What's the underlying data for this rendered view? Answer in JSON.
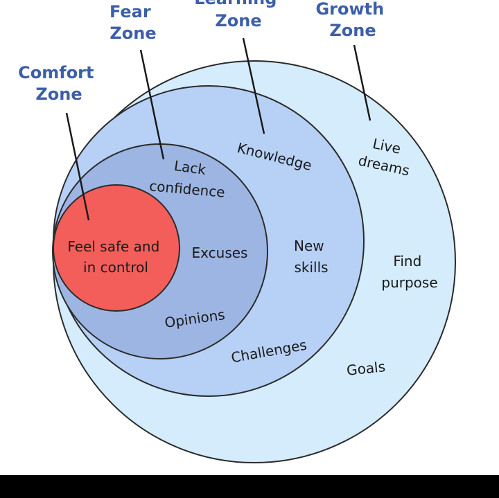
{
  "colors": {
    "title": "#3d5fa8",
    "growth_fill": "#d4ecfb",
    "learning_fill": "#b7d0f5",
    "fear_fill": "#9db5e2",
    "comfort_fill": "#f35e5b",
    "stroke": "#2b2b2b",
    "bottom_bar": "#000000"
  },
  "zones": {
    "fear": {
      "line1": "Fear",
      "line2": "Zone"
    },
    "learning": {
      "line1": "Learning",
      "line2": "Zone"
    },
    "growth": {
      "line1": "Growth",
      "line2": "Zone"
    },
    "comfort": {
      "line1": "Comfort",
      "line2": "Zone"
    }
  },
  "comfort_text": {
    "line1": "Feel safe and",
    "line2": "in control"
  },
  "fear_text": {
    "lack": "Lack",
    "confidence": "confidence",
    "excuses": "Excuses",
    "opinions": "Opinions"
  },
  "learning_text": {
    "knowledge": "Knowledge",
    "new": "New",
    "skills": "skills",
    "challenges": "Challenges"
  },
  "growth_text": {
    "live": "Live",
    "dreams": "dreams",
    "find": "Find",
    "purpose": "purpose",
    "goals": "Goals"
  }
}
